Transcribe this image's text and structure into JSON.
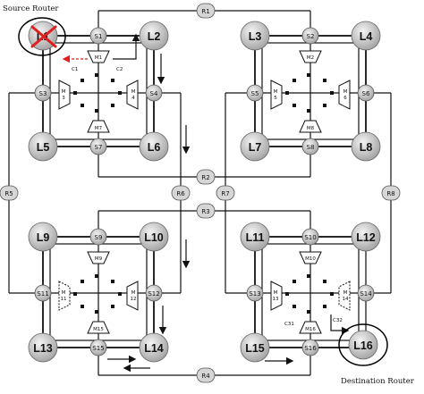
{
  "labels": {
    "source_router": "Source Router",
    "destination_router": "Destination Router",
    "c1": "C1",
    "c2": "C2",
    "c31": "C31",
    "c32": "C32"
  },
  "routers": {
    "L1": "L1",
    "L2": "L2",
    "L3": "L3",
    "L4": "L4",
    "L5": "L5",
    "L6": "L6",
    "L7": "L7",
    "L8": "L8",
    "L9": "L9",
    "L10": "L10",
    "L11": "L11",
    "L12": "L12",
    "L13": "L13",
    "L14": "L14",
    "L15": "L15",
    "L16": "L16"
  },
  "switches": {
    "S1": "S1",
    "S2": "S2",
    "S3": "S3",
    "S4": "S4",
    "S5": "S5",
    "S6": "S6",
    "S7": "S7",
    "S8": "S8",
    "S9": "S9",
    "S10": "S10",
    "S11": "S11",
    "S12": "S12",
    "S13": "S13",
    "S14": "S14",
    "S15": "S15",
    "S16": "S16"
  },
  "ring_nodes": {
    "R1": "R1",
    "R2": "R2",
    "R3": "R3",
    "R4": "R4",
    "R5": "R5",
    "R6": "R6",
    "R7": "R7",
    "R8": "R8"
  },
  "modules": {
    "M1": "M1",
    "M2": "M2",
    "M5": "M5",
    "M6": "M6",
    "M7": "M7",
    "M8": "M8",
    "M9": "M9",
    "M10": "M10",
    "M15": "M15",
    "M16": "M16",
    "M3_top": "M",
    "M3_bot": "3",
    "M4_top": "M",
    "M4_bot": "4",
    "M5_top": "M",
    "M5_bot": "5",
    "M6_top": "M",
    "M6_bot": "6",
    "M11_top": "M",
    "M11_bot": "11",
    "M12_top": "M",
    "M12_bot": "12",
    "M13_top": "M",
    "M13_bot": "13",
    "M14_top": "M",
    "M14_bot": "14"
  },
  "colors": {
    "router_fill": "#c8c8c8",
    "failed_cross": "#e02020",
    "fault_arrow": "#e02020",
    "ellipse": "#000000"
  }
}
